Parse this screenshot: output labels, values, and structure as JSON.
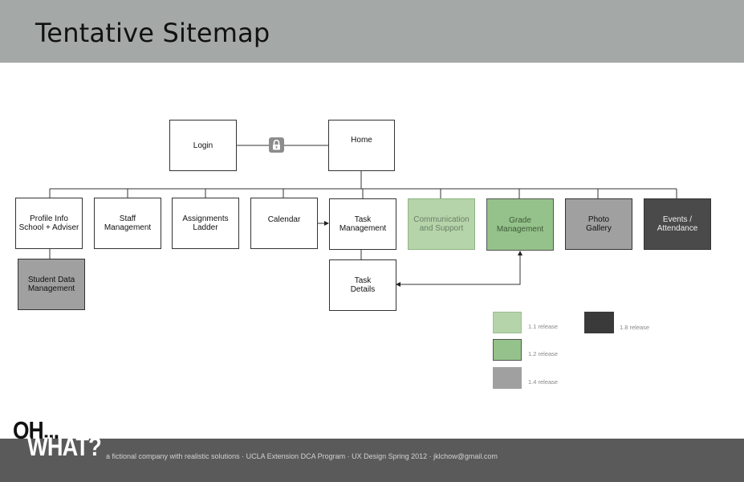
{
  "header": {
    "title": "Tentative Sitemap"
  },
  "colors": {
    "header_bg": "#a4a8a7",
    "release_1_1": "#b5d4aa",
    "release_1_2": "#95c28a",
    "release_1_4": "#a0a0a0",
    "release_1_8": "#3a3a3a",
    "footer_bg": "#5a5a5a"
  },
  "nodes": {
    "login": "Login",
    "home": "Home",
    "profile_info": "Profile Info\nSchool + Adviser",
    "staff_management": "Staff\nManagement",
    "assignments_ladder": "Assignments\nLadder",
    "calendar": "Calendar",
    "task_management": "Task\nManagement",
    "communication_support": "Communication\nand Support",
    "grade_management": "Grade\nManagement",
    "photo_gallery": "Photo\nGallery",
    "events_attendance": "Events /\nAttendance",
    "student_data_management": "Student Data\nManagement",
    "task_details": "Task\nDetails"
  },
  "icons": {
    "lock": "lock-icon"
  },
  "legend": [
    {
      "label": "1.1 release",
      "color": "#b5d4aa"
    },
    {
      "label": "1.2 release",
      "color": "#95c28a"
    },
    {
      "label": "1.4 release",
      "color": "#a0a0a0"
    },
    {
      "label": "1.8 release",
      "color": "#3a3a3a"
    }
  ],
  "footer": {
    "logo_line1": "OH...",
    "logo_line2": "WHAT?",
    "tagline": "a fictional company with realistic solutions   ·   UCLA Extension DCA Program   ·   UX Design Spring 2012   ·   jklchow@gmail.com"
  }
}
